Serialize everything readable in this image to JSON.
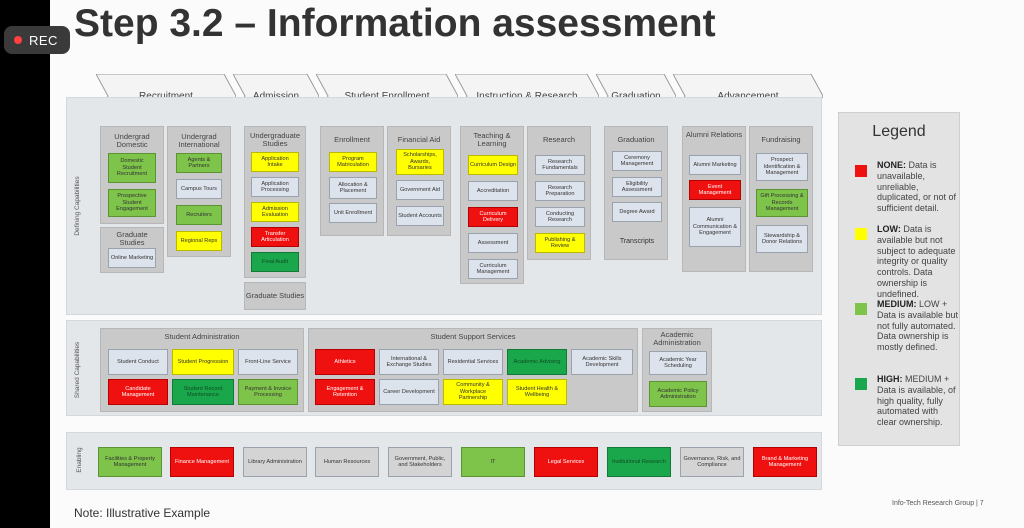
{
  "recording": {
    "label": "REC"
  },
  "title": "Step 3.2 – Information assessment",
  "stages": [
    "Recruitment",
    "Admission",
    "Student Enrollment",
    "Instruction & Research",
    "Graduation",
    "Advancement"
  ],
  "row_labels": {
    "defining": "Defining Capabilities",
    "shared": "Shared Capabilities",
    "enabling": "Enabling"
  },
  "defining_groups": [
    {
      "title": "Undergrad Domestic",
      "items": [
        {
          "label": "Domestic Student Recruitment",
          "status": "medium"
        },
        {
          "label": "Prospective Student Engagement",
          "status": "medium"
        }
      ]
    },
    {
      "title": "Undergrad International",
      "items": [
        {
          "label": "Agents & Partners",
          "status": "medium"
        },
        {
          "label": "Campus Tours",
          "status": "na"
        },
        {
          "label": "Recruiters",
          "status": "medium"
        },
        {
          "label": "Regional Reps",
          "status": "low"
        }
      ]
    },
    {
      "title": "Graduate Studies",
      "items": [
        {
          "label": "Online Marketing",
          "status": "na"
        }
      ]
    },
    {
      "title": "Undergraduate Studies",
      "items": [
        {
          "label": "Application Intake",
          "status": "low"
        },
        {
          "label": "Application Processing",
          "status": "na"
        },
        {
          "label": "Admission Evaluation",
          "status": "low"
        },
        {
          "label": "Transfer Articulation",
          "status": "none"
        },
        {
          "label": "Final Audit",
          "status": "high"
        }
      ]
    },
    {
      "title": "Graduate Studies",
      "items": []
    },
    {
      "title": "Enrollment",
      "items": [
        {
          "label": "Program Matriculation",
          "status": "low"
        },
        {
          "label": "Allocation & Placement",
          "status": "na"
        },
        {
          "label": "Unit Enrollment",
          "status": "na"
        }
      ]
    },
    {
      "title": "Financial Aid",
      "items": [
        {
          "label": "Scholarships, Awards, Bursaries",
          "status": "low"
        },
        {
          "label": "Government Aid",
          "status": "na"
        },
        {
          "label": "Student Accounts",
          "status": "na"
        }
      ]
    },
    {
      "title": "Teaching & Learning",
      "items": [
        {
          "label": "Curriculum Design",
          "status": "low"
        },
        {
          "label": "Accreditation",
          "status": "na"
        },
        {
          "label": "Curriculum Delivery",
          "status": "none"
        },
        {
          "label": "Assessment",
          "status": "na"
        },
        {
          "label": "Curriculum Management",
          "status": "na"
        }
      ]
    },
    {
      "title": "Research",
      "items": [
        {
          "label": "Research Fundamentals",
          "status": "na"
        },
        {
          "label": "Research Preparation",
          "status": "na"
        },
        {
          "label": "Conducting Research",
          "status": "na"
        },
        {
          "label": "Publishing & Review",
          "status": "low"
        }
      ]
    },
    {
      "title": "Graduation",
      "items": [
        {
          "label": "Ceremony Management",
          "status": "na"
        },
        {
          "label": "Eligibility Assessment",
          "status": "na"
        },
        {
          "label": "Degree Award",
          "status": "na"
        },
        {
          "label": "Transcripts",
          "status": "plain"
        }
      ]
    },
    {
      "title": "Alumni Relations",
      "items": [
        {
          "label": "Alumni Marketing",
          "status": "na"
        },
        {
          "label": "Event Management",
          "status": "none"
        },
        {
          "label": "Alumni Communication & Engagement",
          "status": "na"
        }
      ]
    },
    {
      "title": "Fundraising",
      "items": [
        {
          "label": "Prospect Identification & Management",
          "status": "na"
        },
        {
          "label": "Gift Processing & Records Management",
          "status": "medium"
        },
        {
          "label": "Stewardship & Donor Relations",
          "status": "na"
        }
      ]
    }
  ],
  "shared_groups": [
    {
      "title": "Student Administration",
      "items": [
        {
          "label": "Student Conduct",
          "status": "na"
        },
        {
          "label": "Student Progression",
          "status": "low"
        },
        {
          "label": "Front-Line Service",
          "status": "na"
        },
        {
          "label": "Candidate Management",
          "status": "none"
        },
        {
          "label": "Student Record Maintenance",
          "status": "high"
        },
        {
          "label": "Payment & Invoice Processing",
          "status": "medium"
        }
      ]
    },
    {
      "title": "Student Support Services",
      "items": [
        {
          "label": "Athletics",
          "status": "none"
        },
        {
          "label": "International & Exchange Studies",
          "status": "na"
        },
        {
          "label": "Residential Services",
          "status": "na"
        },
        {
          "label": "Academic Advising",
          "status": "high"
        },
        {
          "label": "Academic Skills Development",
          "status": "na"
        },
        {
          "label": "Engagement & Retention",
          "status": "none"
        },
        {
          "label": "Career Development",
          "status": "na"
        },
        {
          "label": "Community & Workplace Partnership",
          "status": "low"
        },
        {
          "label": "Student Health & Wellbeing",
          "status": "low"
        }
      ]
    },
    {
      "title": "Academic Administration",
      "items": [
        {
          "label": "Academic Year Scheduling",
          "status": "na"
        },
        {
          "label": "Academic Policy Administration",
          "status": "medium"
        }
      ]
    }
  ],
  "enabling": [
    {
      "label": "Facilities & Property Management",
      "status": "medium"
    },
    {
      "label": "Finance Management",
      "status": "none"
    },
    {
      "label": "Library Administration",
      "status": "na"
    },
    {
      "label": "Human Resources",
      "status": "na"
    },
    {
      "label": "Government, Public, and Stakeholders",
      "status": "na"
    },
    {
      "label": "IT",
      "status": "medium"
    },
    {
      "label": "Legal Services",
      "status": "none"
    },
    {
      "label": "Institutional Research",
      "status": "high"
    },
    {
      "label": "Governance, Risk, and Compliance",
      "status": "na"
    },
    {
      "label": "Brand & Marketing Management",
      "status": "none"
    }
  ],
  "legend": {
    "title": "Legend",
    "items": [
      {
        "key": "NONE:",
        "text": "Data is unavailable, unreliable, duplicated, or not of sufficient detail.",
        "color": "#ef1010"
      },
      {
        "key": "LOW:",
        "text": "Data is available but not subject to adequate integrity or quality controls. Data ownership is undefined.",
        "color": "#ffff00"
      },
      {
        "key": "MEDIUM:",
        "text": "LOW + Data is available but not fully automated. Data ownership is mostly defined.",
        "color": "#7ec34a"
      },
      {
        "key": "HIGH:",
        "text": "MEDIUM + Data is available, of high quality, fully automated with clear ownership.",
        "color": "#1aa64a"
      }
    ]
  },
  "note": "Note: Illustrative Example",
  "footer": "Info-Tech Research Group | 7"
}
